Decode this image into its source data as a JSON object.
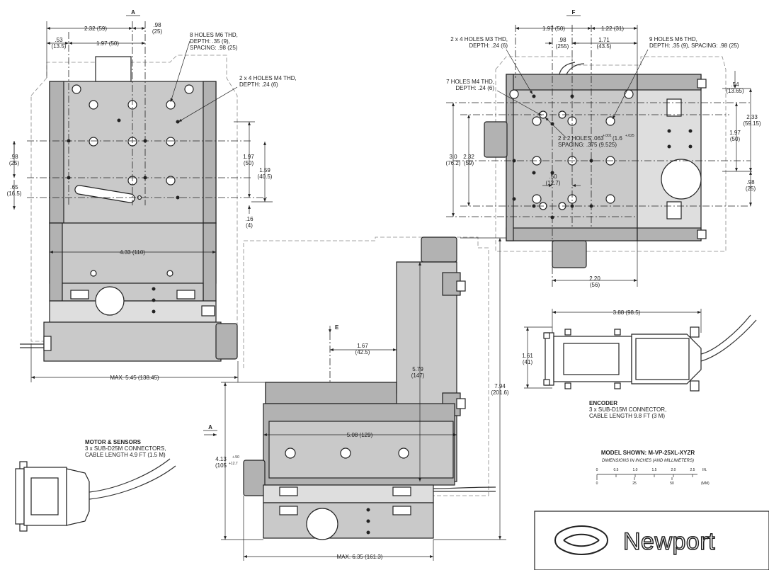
{
  "view_labels": {
    "a": "A",
    "f": "F",
    "e": "E",
    "a_arrow": "A"
  },
  "left_view": {
    "d_2_32": "2.32 (59)",
    "d_98_top": ".98",
    "d_98_top_mm": "(25)",
    "d_53": ".53",
    "d_53_mm": "(13.5)",
    "d_1_97": "1.97 (50)",
    "holes_m6_l1": "8 HOLES M6 THD,",
    "holes_m6_l2": "DEPTH: .35 (9),",
    "holes_m6_l3": "SPACING: .98 (25)",
    "holes_m4_l1": "2 x 4 HOLES M4 THD,",
    "holes_m4_l2": "DEPTH: .24 (6)",
    "d_98_side": ".98",
    "d_98_side_mm": "(25)",
    "d_65": ".65",
    "d_65_mm": "(16.5)",
    "d_1_97_v": "1.97",
    "d_1_97_v_mm": "(50)",
    "d_1_59": "1.59",
    "d_1_59_mm": "(40.5)",
    "d_16": ".16",
    "d_16_mm": "(4)",
    "d_4_33": "4.33 (110)",
    "d_max_5_45": "MAX. 5.45 (138.45)"
  },
  "right_view": {
    "d_1_97": "1.97 (50)",
    "d_1_22": "1.22 (31)",
    "d_98": ".98",
    "d_98_mm": "(255)",
    "d_1_71": "1.71",
    "d_1_71_mm": "(43.5)",
    "holes_m3_l1": "2 x 4 HOLES M3 THD,",
    "holes_m3_l2": "DEPTH: .24 (6)",
    "holes_m6_l1": "9 HOLES M6 THD,",
    "holes_m6_l2": "DEPTH: .35 (9), SPACING: .98 (25)",
    "holes_m4_l1": "7 HOLES M4 THD,",
    "holes_m4_l2": "DEPTH: .24 (6)",
    "holes_2x2_l1": "2 x 2 HOLES .063",
    "holes_2x2_tol": "+.001",
    "holes_2x2_mm": "(1.6",
    "holes_2x2_mm_tol": "+.025",
    "holes_2x2_l2": "SPACING: .375 (9.525)",
    "d_50": ".50",
    "d_50_mm": "(12.7)",
    "d_3_0": "3.0",
    "d_3_0_mm": "(76.2)",
    "d_2_32": "2.32",
    "d_2_32_mm": "(59)",
    "d_54": ".54",
    "d_54_mm": "(13.65)",
    "d_2_33": "2.33",
    "d_2_33_mm": "(59.15)",
    "d_1_97_v": "1.97",
    "d_1_97_v_mm": "(50)",
    "d_98_v": ".98",
    "d_98_v_mm": "(25)",
    "d_2_20": "2.20",
    "d_2_20_mm": "(56)"
  },
  "center_view": {
    "d_1_67": "1.67",
    "d_1_67_mm": "(42.5)",
    "d_5_79": "5.79",
    "d_5_79_mm": "(147)",
    "d_7_94": "7.94",
    "d_7_94_mm": "(201.6)",
    "d_5_08": "5.08 (129)",
    "d_4_13": "4.13",
    "d_4_13_tol": "+.50",
    "d_4_13_mm": "(105",
    "d_4_13_mm_tol": "+12.7",
    "d_max_6_35": "MAX. 6.35 (161.3)"
  },
  "encoder": {
    "d_3_88": "3.88 (98.5)",
    "d_1_61": "1.61",
    "d_1_61_mm": "(41)",
    "title": "ENCODER",
    "l1": "3 x SUB-D15M CONNECTOR,",
    "l2": "CABLE LENGTH 9.8 FT (3 M)"
  },
  "motor": {
    "title": "MOTOR & SENSORS",
    "l1": "3 x SUB-D25M CONNECTORS,",
    "l2": "CABLE LENGTH 4.9 FT (1.5 M)"
  },
  "model": {
    "title": "MODEL SHOWN: M-VP-25XL-XYZR",
    "subtitle": "DIMENSIONS IN INCHES (AND MILLIMETERS)",
    "in_ticks": [
      "0",
      "0.5",
      "1.0",
      "1.5",
      "2.0",
      "2.5"
    ],
    "in_unit": "IN.",
    "mm_ticks": [
      "0",
      "25",
      "50"
    ],
    "mm_unit": "(MM)"
  },
  "logo": {
    "brand": "Newport"
  }
}
